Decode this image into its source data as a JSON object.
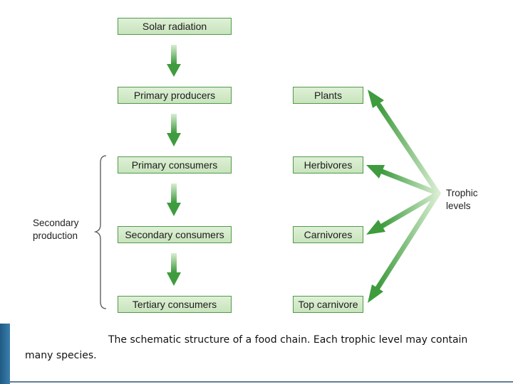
{
  "food_chain": [
    "Solar radiation",
    "Primary producers",
    "Primary consumers",
    "Secondary consumers",
    "Tertiary consumers"
  ],
  "trophic_levels": [
    "Plants",
    "Herbivores",
    "Carnivores",
    "Top carnivore"
  ],
  "trophic_label": [
    "Trophic",
    "levels"
  ],
  "secondary_label": [
    "Secondary",
    "production"
  ],
  "caption": {
    "line1": "The schematic structure of a food chain. Each trophic level may contain",
    "line2": "many species."
  },
  "colors": {
    "arrow": "#3e9b3e",
    "box_border": "#4f9a4a",
    "box_fill": "#d4eacb"
  }
}
